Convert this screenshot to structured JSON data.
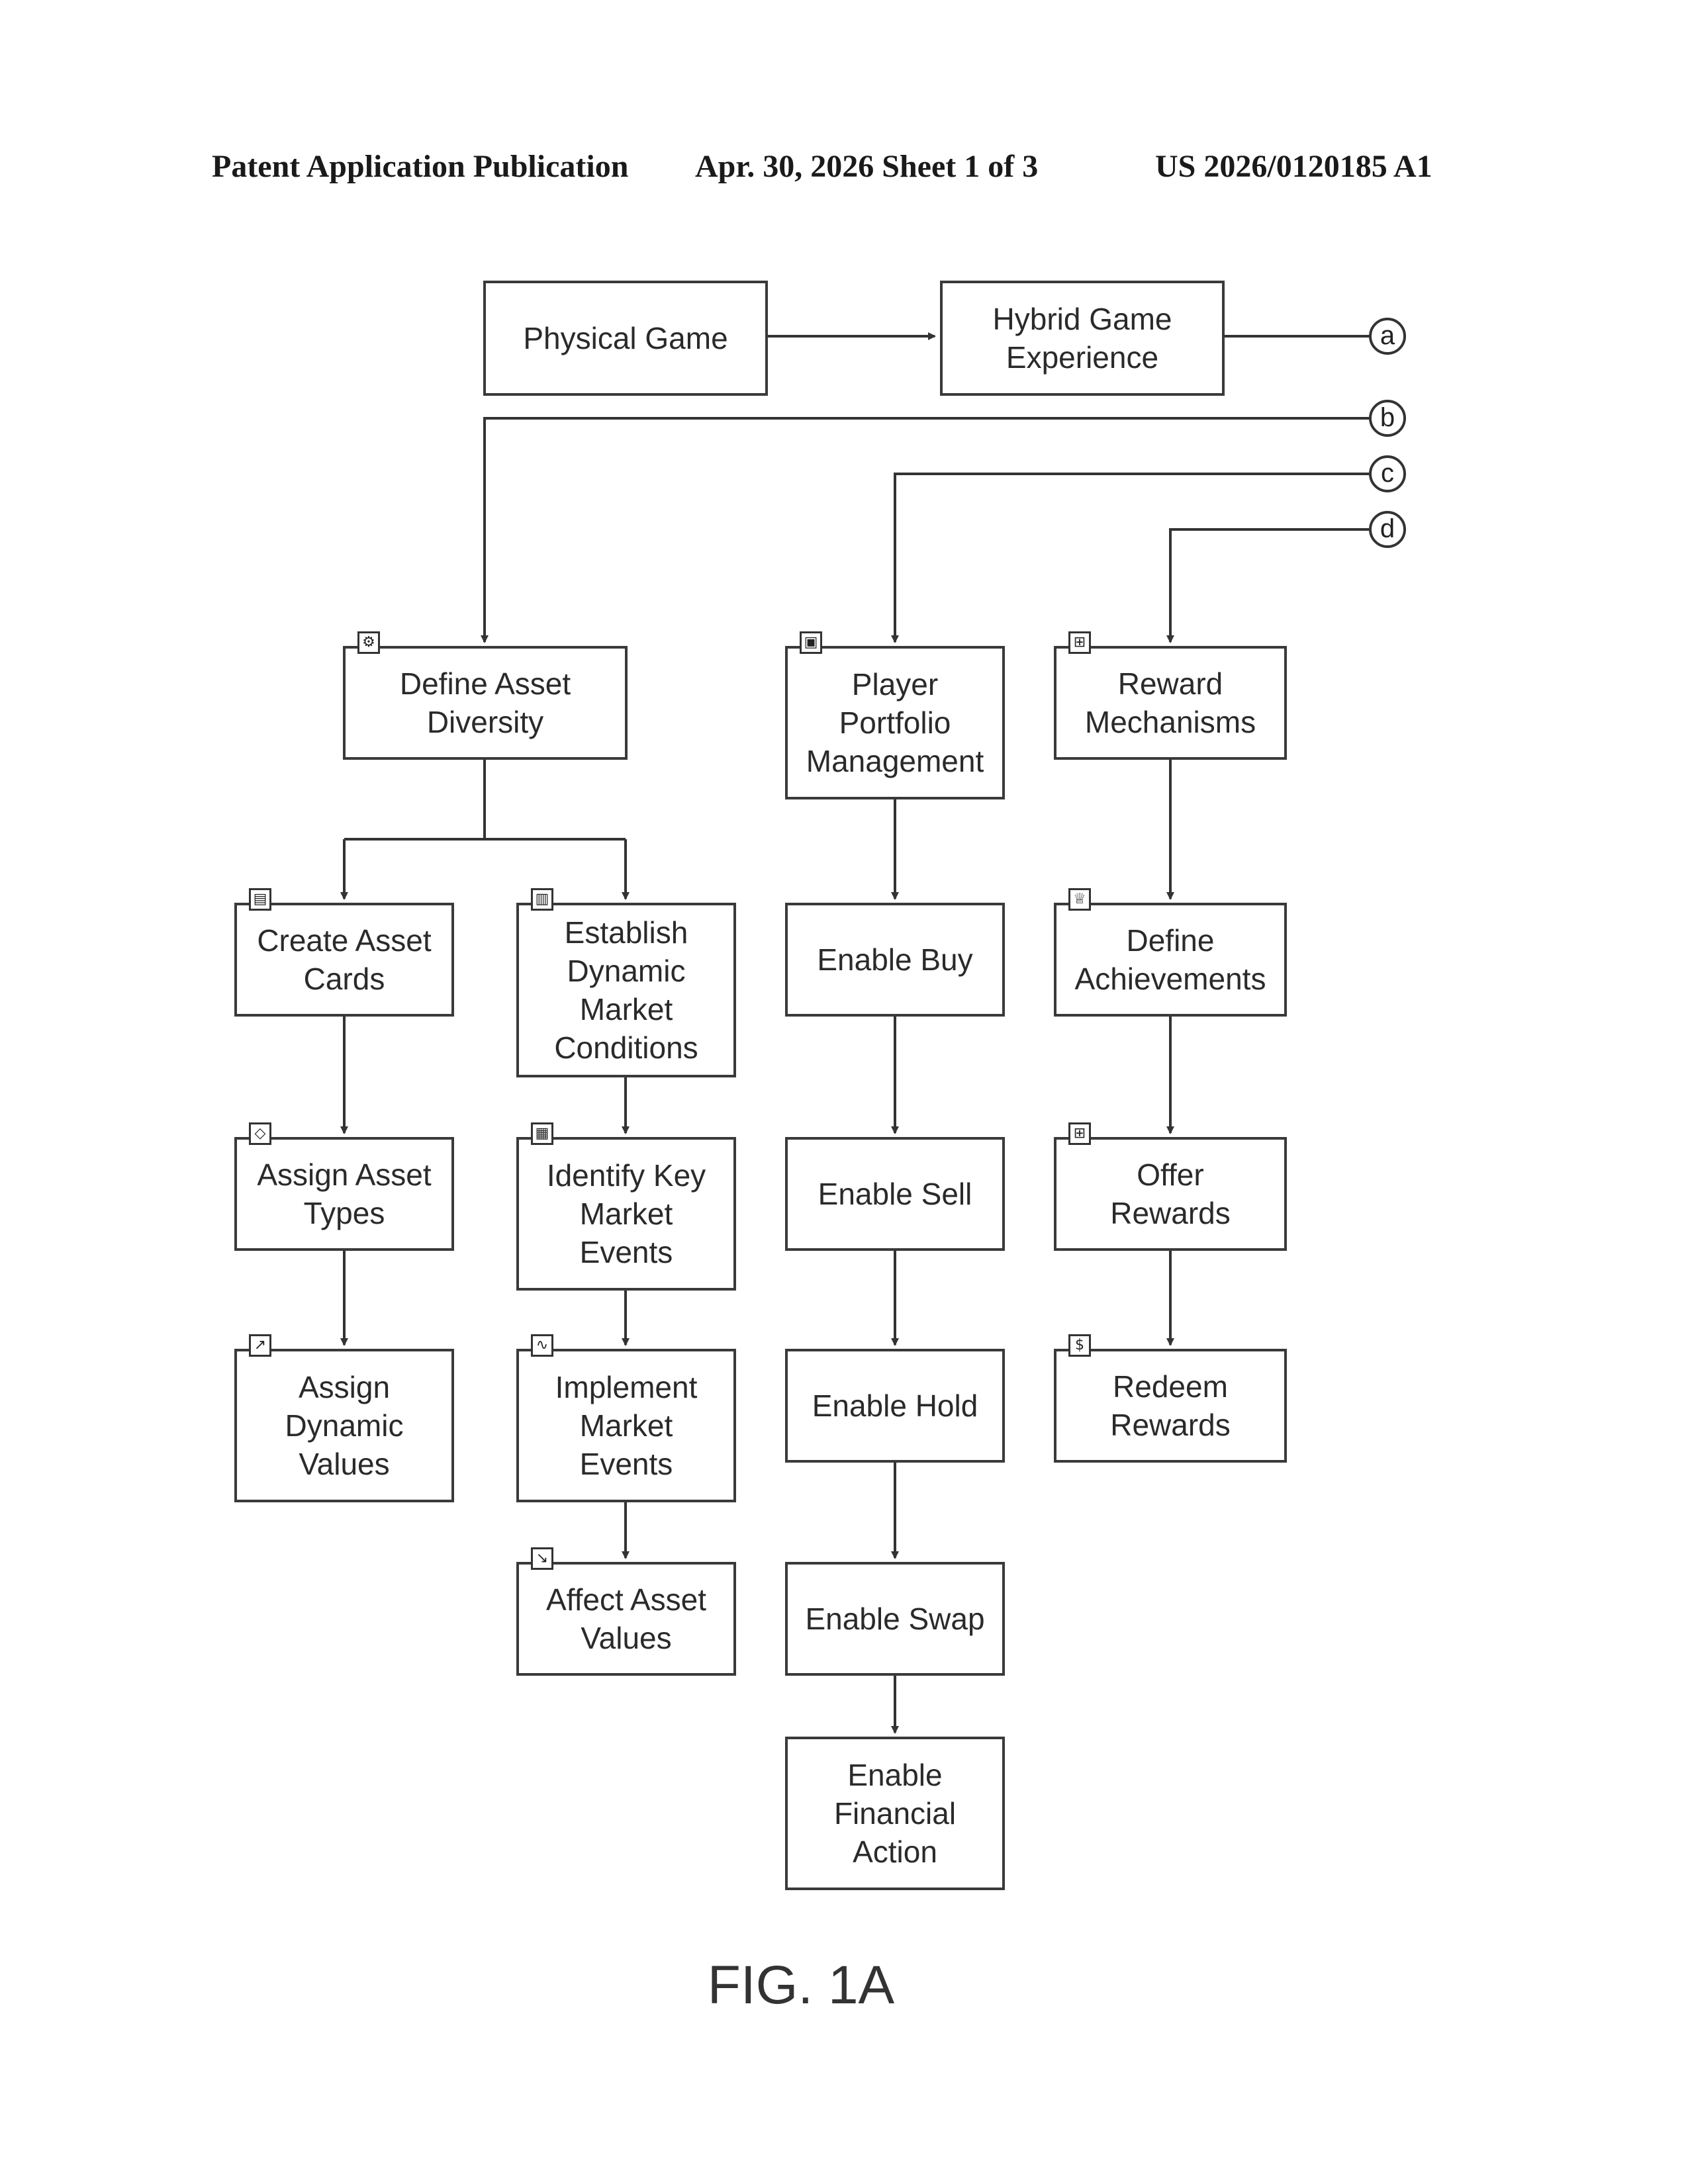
{
  "header": {
    "publication": "Patent Application Publication",
    "date_sheet": "Apr. 30, 2026  Sheet 1 of 3",
    "number": "US 2026/0120185 A1"
  },
  "boxes": {
    "physical_game": "Physical Game",
    "hybrid_game": "Hybrid Game\nExperience",
    "define_asset_diversity": "Define Asset\nDiversity",
    "player_portfolio": "Player\nPortfolio\nManagement",
    "reward_mechanisms": "Reward\nMechanisms",
    "create_asset_cards": "Create Asset\nCards",
    "establish_market": "Establish\nDynamic\nMarket\nConditions",
    "enable_buy": "Enable Buy",
    "define_achievements": "Define\nAchievements",
    "assign_asset_types": "Assign Asset\nTypes",
    "identify_events": "Identify Key\nMarket\nEvents",
    "enable_sell": "Enable Sell",
    "offer_rewards": "Offer\nRewards",
    "assign_values": "Assign\nDynamic\nValues",
    "implement_events": "Implement\nMarket\nEvents",
    "enable_hold": "Enable Hold",
    "redeem_rewards": "Redeem\nRewards",
    "affect_values": "Affect Asset\nValues",
    "enable_swap": "Enable Swap",
    "enable_financial": "Enable\nFinancial\nAction"
  },
  "connectors": {
    "a": "a",
    "b": "b",
    "c": "c",
    "d": "d"
  },
  "icons": {
    "define_asset_diversity": "gear-icon",
    "player_portfolio": "briefcase-icon",
    "reward_mechanisms": "gift-icon",
    "create_asset_cards": "card-icon",
    "establish_market": "bar-chart-icon",
    "define_achievements": "trophy-icon",
    "assign_asset_types": "tag-icon",
    "identify_events": "calendar-icon",
    "offer_rewards": "gift-icon",
    "assign_values": "trend-up-icon",
    "implement_events": "pulse-icon",
    "redeem_rewards": "dollar-icon",
    "affect_values": "trend-down-icon"
  },
  "figure_label": "FIG. 1A"
}
